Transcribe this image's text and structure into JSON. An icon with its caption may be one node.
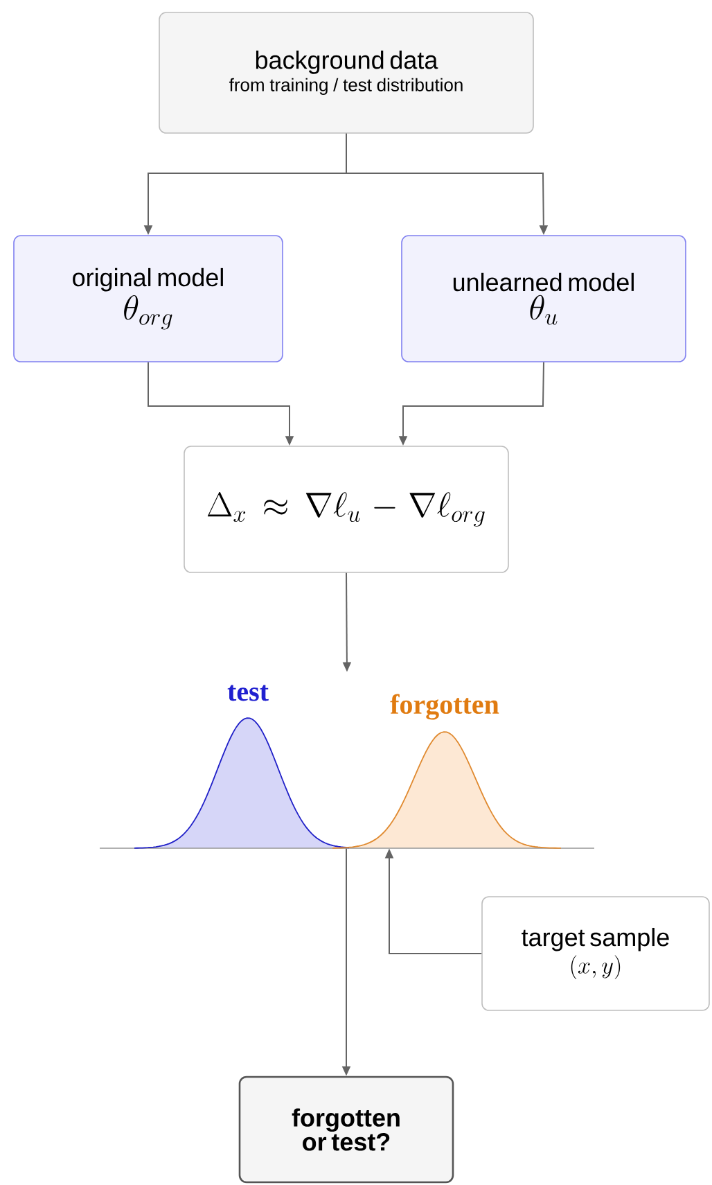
{
  "diagram": {
    "nodes": [
      {
        "text": [
          "background data",
          "from training / test distribution"
        ]
      },
      {
        "text": [
          "original model",
          "\\theta_{org}"
        ]
      },
      {
        "text": [
          "unlearned model",
          "\\theta_u"
        ]
      },
      {
        "text": [
          "\\Delta_x \\approx \\nabla\\ell_u - \\nabla\\ell_{org}"
        ]
      },
      {
        "text": [],
        "shape": "picture"
      },
      {
        "text": [
          "target sample",
          "(x, y)"
        ]
      },
      {
        "text": [
          "forgotten or test?"
        ]
      }
    ],
    "edges": [
      {
        "from": 0,
        "to": 1,
        "arrow": "to"
      },
      {
        "from": 0,
        "to": 2,
        "arrow": "to"
      },
      {
        "from": 1,
        "to": 3,
        "arrow": "to"
      },
      {
        "from": 2,
        "to": 3,
        "arrow": "to"
      },
      {
        "from": 3,
        "to": 4,
        "arrow": "to"
      },
      {
        "from": 5,
        "to": 4,
        "arrow": "to"
      },
      {
        "from": 4,
        "to": 6,
        "arrow": "to"
      }
    ],
    "labels": [
      "test",
      "forgotten"
    ]
  }
}
